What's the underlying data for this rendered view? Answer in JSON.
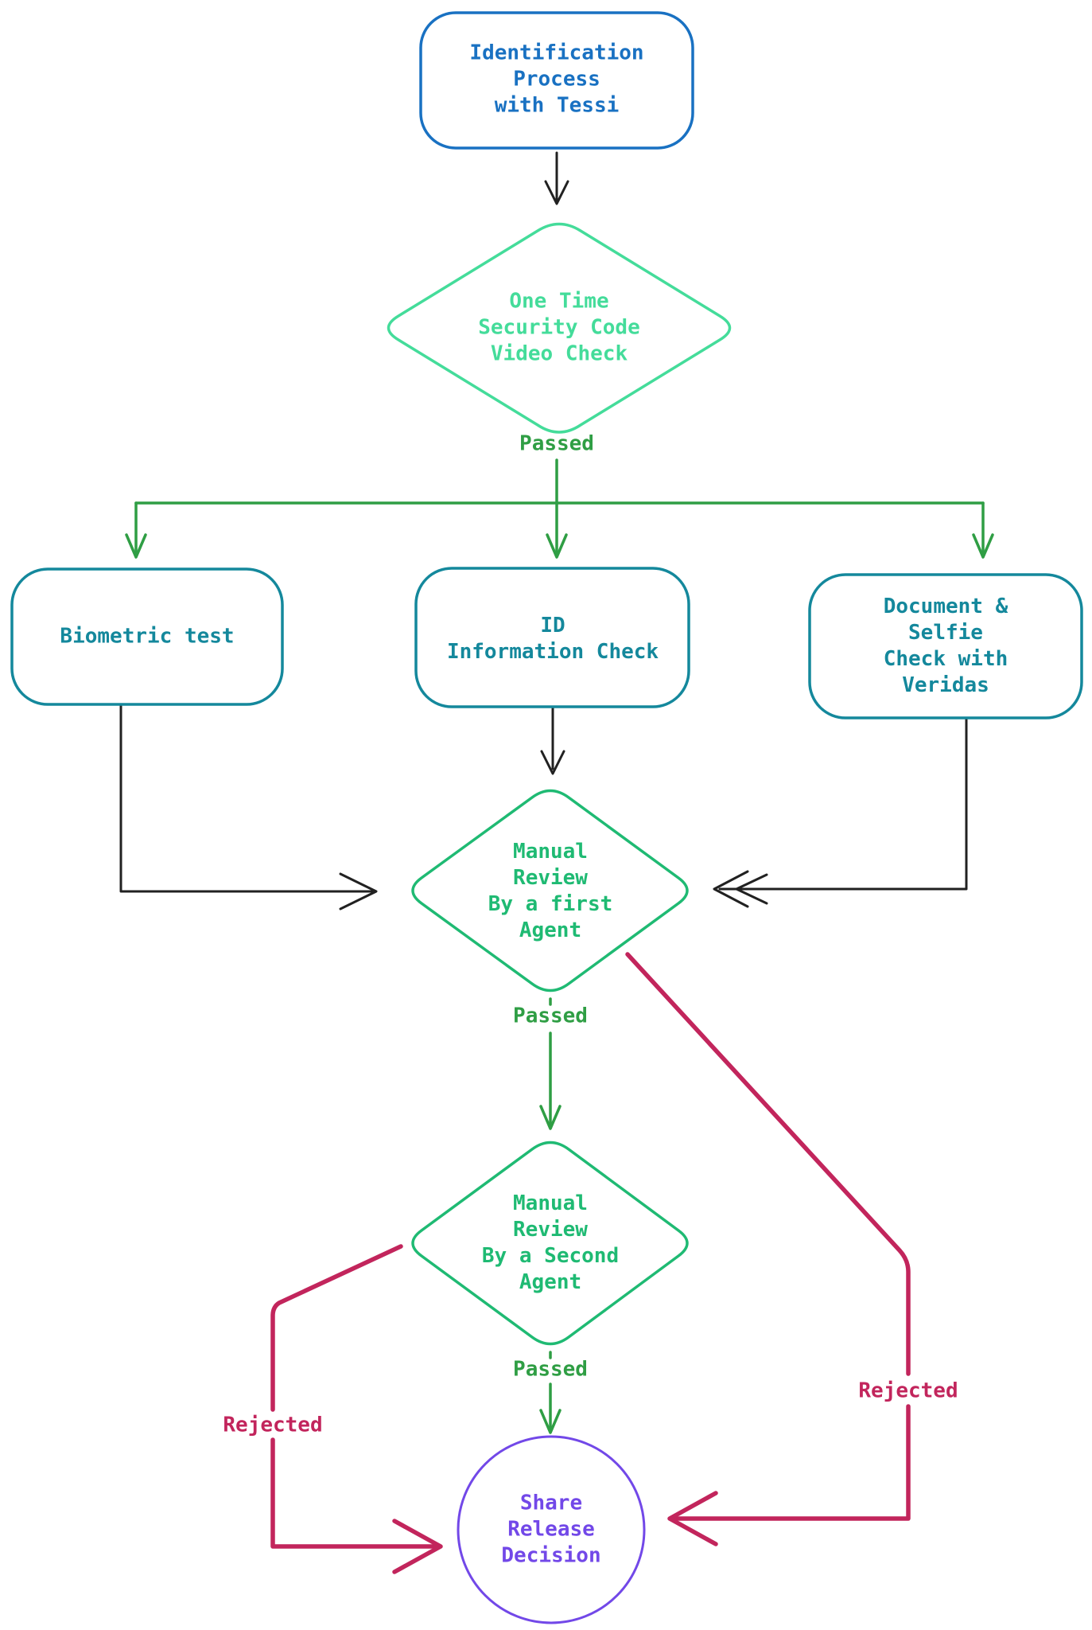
{
  "diagram": {
    "nodes": {
      "identification": {
        "label": "Identification\nProcess\nwith Tessi",
        "shape": "rounded-rect",
        "color": "#1971c2"
      },
      "otp_video_check": {
        "label": "One Time\nSecurity Code\nVideo Check",
        "shape": "diamond",
        "color": "#44dc9a"
      },
      "biometric": {
        "label": "Biometric test",
        "shape": "rounded-rect",
        "color": "#14889c"
      },
      "id_information": {
        "label": "ID\nInformation Check",
        "shape": "rounded-rect",
        "color": "#14889c"
      },
      "doc_selfie": {
        "label": "Document & Selfie\nCheck with Veridas",
        "shape": "rounded-rect",
        "color": "#14889c"
      },
      "review_first": {
        "label": "Manual\nReview\nBy a first\nAgent",
        "shape": "diamond",
        "color": "#1fba73"
      },
      "review_second": {
        "label": "Manual\nReview\nBy a Second\nAgent",
        "shape": "diamond",
        "color": "#1fba73"
      },
      "decision": {
        "label": "Share\nRelease\nDecision",
        "shape": "circle",
        "color": "#7248e8"
      }
    },
    "edge_labels": {
      "passed": "Passed",
      "rejected": "Rejected"
    },
    "colors": {
      "node_blue": "#1971c2",
      "node_mint": "#44dc9a",
      "node_green": "#1fba73",
      "node_teal": "#14889c",
      "node_purple": "#7248e8",
      "edge_passed_green": "#2f9e44",
      "edge_rejected_crimson": "#c2255c",
      "edge_black": "#212121",
      "background": "#ffffff"
    }
  }
}
